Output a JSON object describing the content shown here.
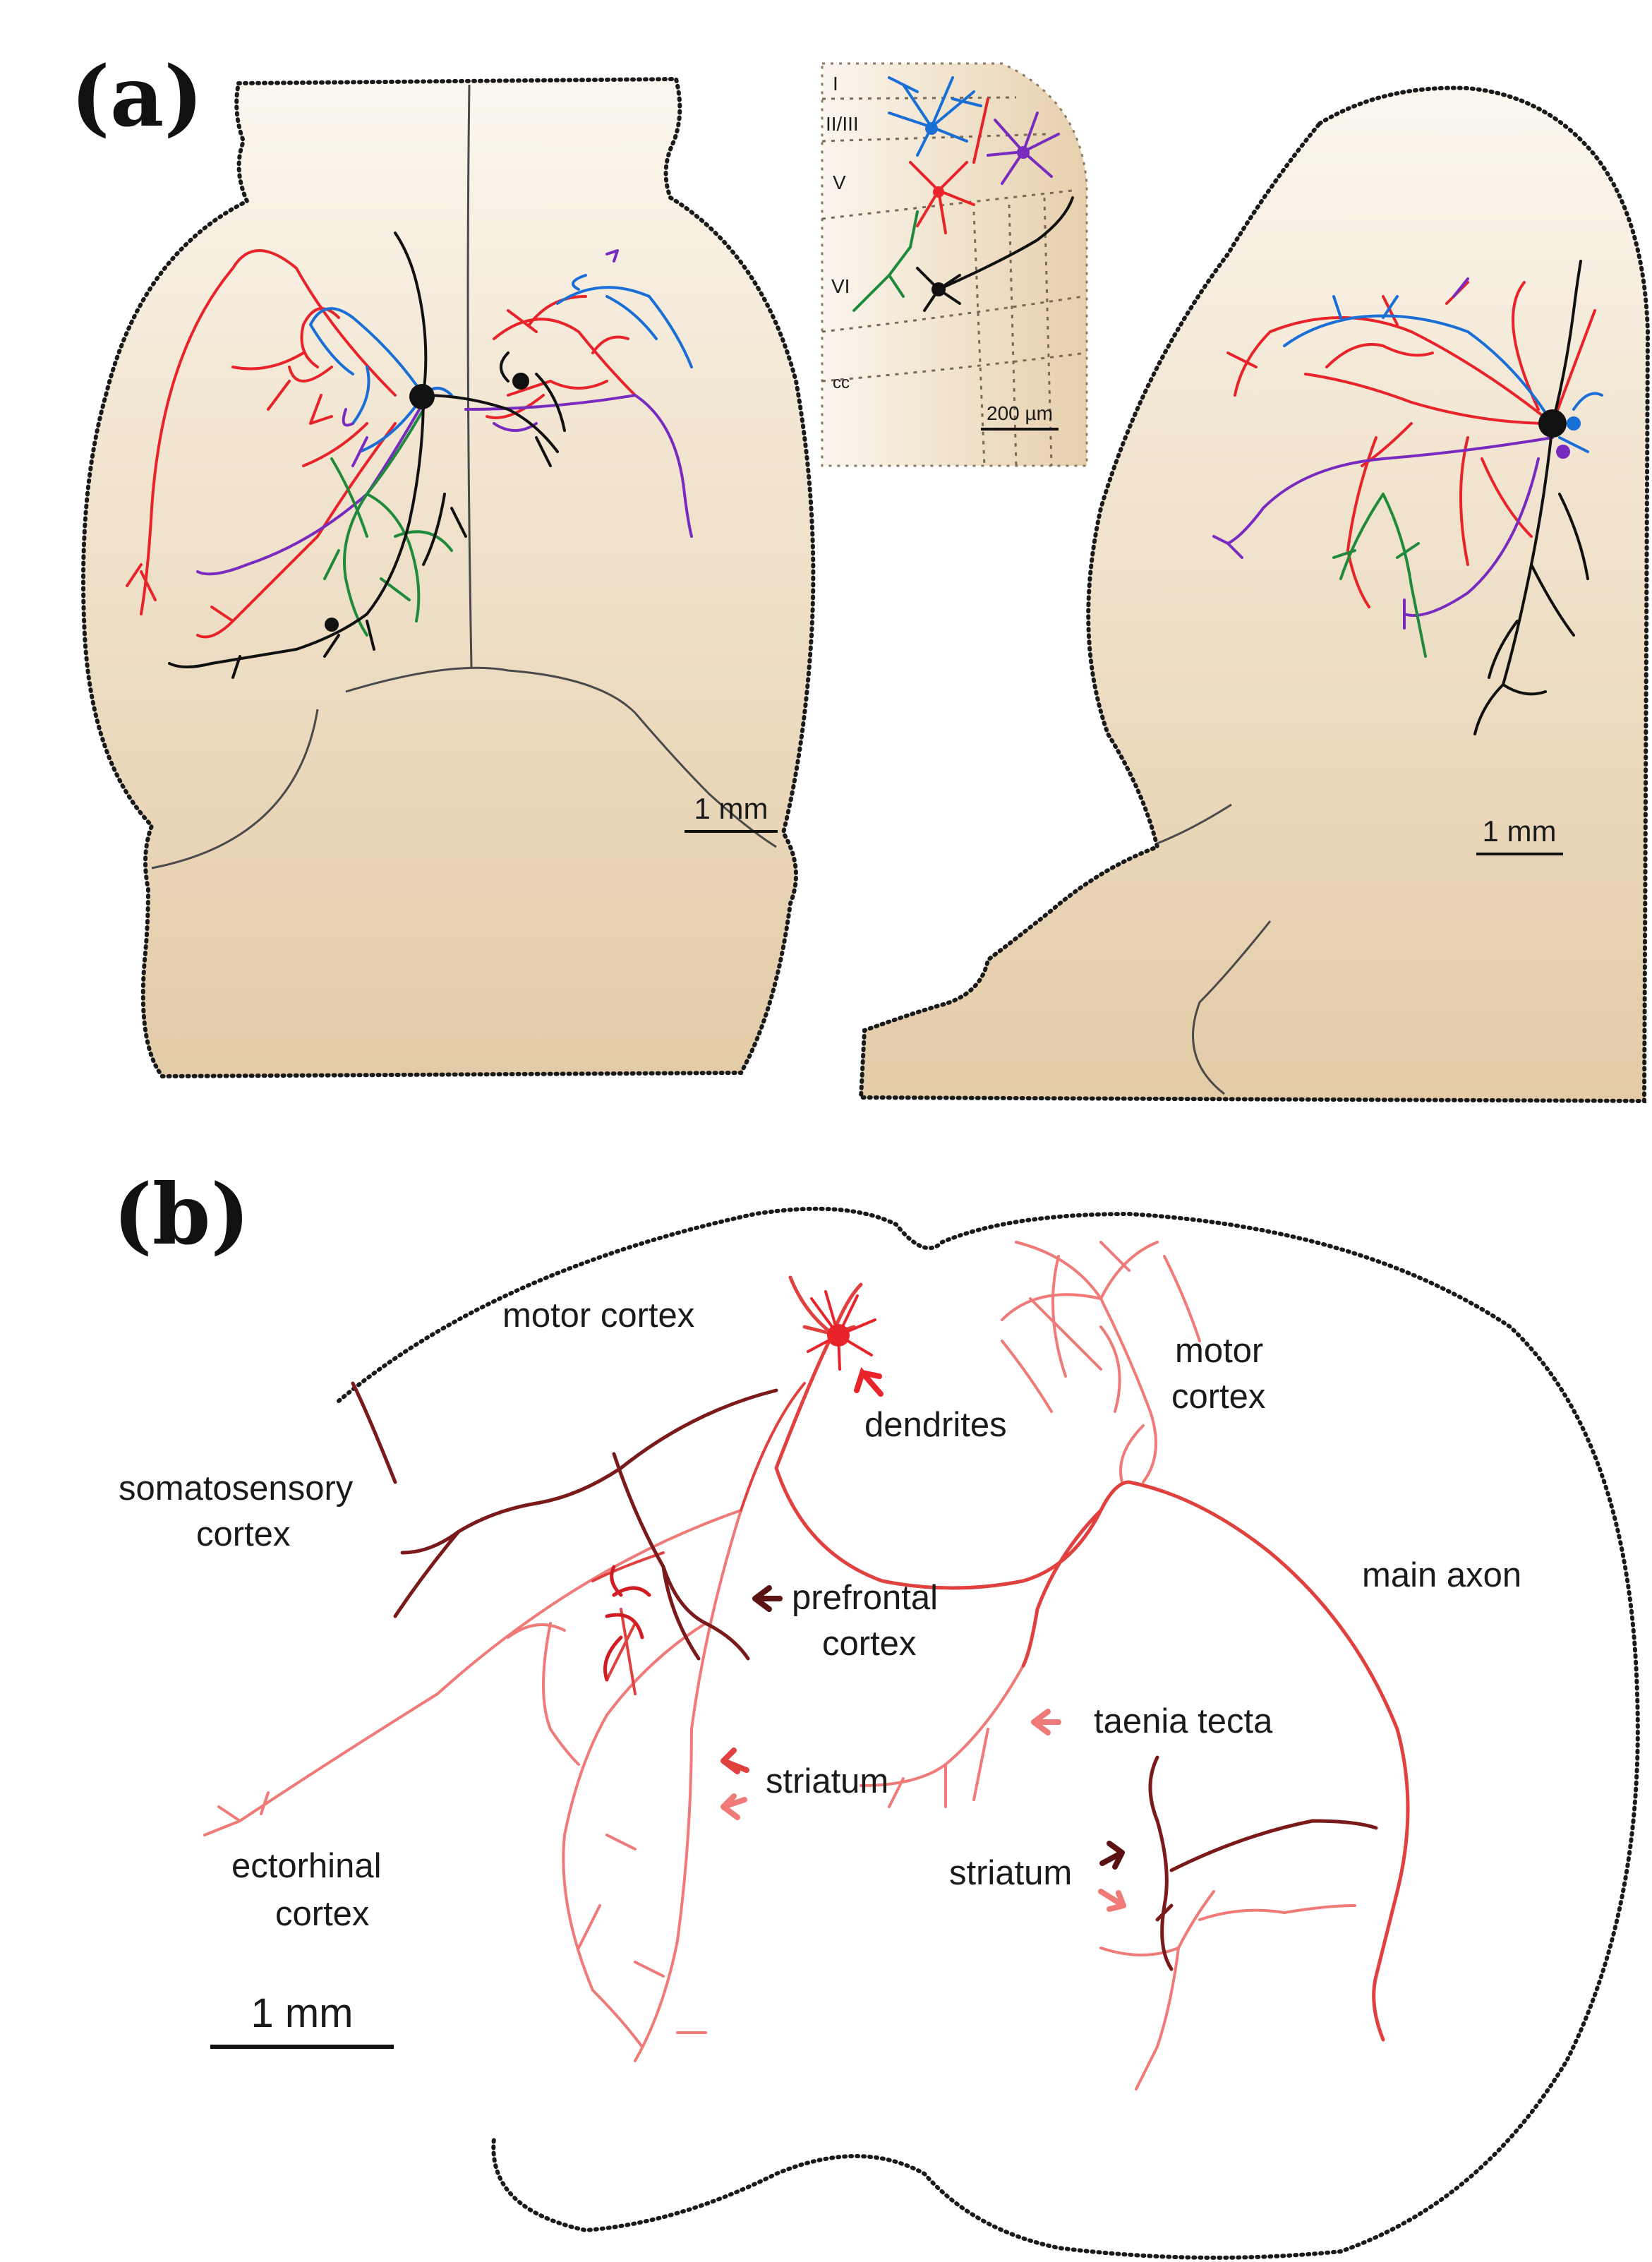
{
  "panels": {
    "a": {
      "letter": "(a)",
      "inset": {
        "layers": [
          "I",
          "II/III",
          "V",
          "VI",
          "cc"
        ],
        "scale_label": "200 µm"
      },
      "dorsal_scale_label": "1 mm",
      "lateral_scale_label": "1 mm"
    },
    "b": {
      "letter": "(b)",
      "labels": {
        "motor_cortex_left": "motor cortex",
        "motor_cortex_right_1": "motor",
        "motor_cortex_right_2": "cortex",
        "dendrites": "dendrites",
        "somatosensory_1": "somatosensory",
        "somatosensory_2": "cortex",
        "main_axon": "main axon",
        "prefrontal_1": "prefrontal",
        "prefrontal_2": "cortex",
        "taenia_tecta": "taenia tecta",
        "striatum_left": "striatum",
        "striatum_right": "striatum",
        "ectorhinal_1": "ectorhinal",
        "ectorhinal_2": "cortex"
      },
      "scale_label": "1 mm"
    }
  },
  "colors": {
    "brain_fill": "#ecdcc2",
    "neuron_red": "#e8242a",
    "neuron_blue": "#1a6fd6",
    "neuron_purple": "#7a2bbf",
    "neuron_green": "#1f8a3c",
    "neuron_black": "#111111",
    "axon_light": "#f07a78",
    "axon_main": "#e0403e",
    "axon_dark": "#7a1a1a"
  }
}
